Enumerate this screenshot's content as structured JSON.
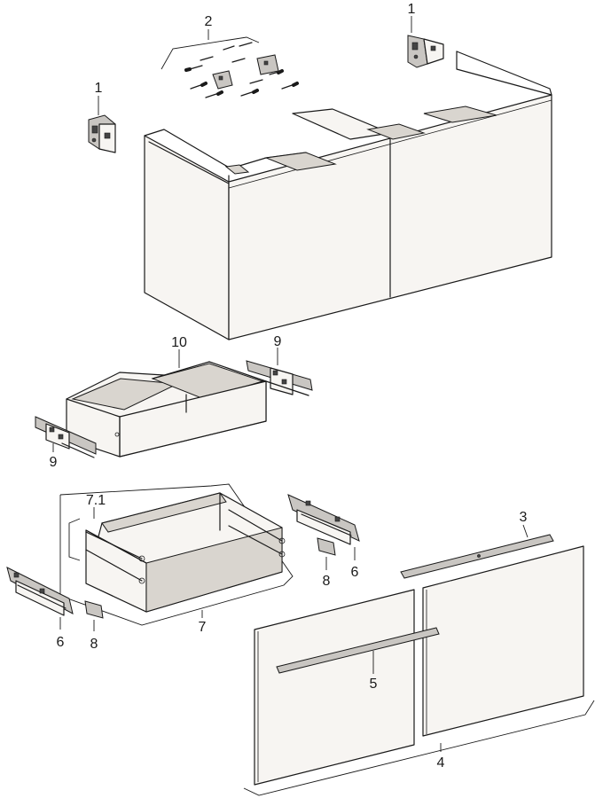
{
  "labels": {
    "bracket_right": "1",
    "bracket_left": "1",
    "fixing_set": "2",
    "rail": "3",
    "fronts": "4",
    "handle": "5",
    "runner_right": "6",
    "runner_left": "6",
    "drawer": "7",
    "drawer_rails": "7.1",
    "cover_right": "8",
    "cover_left": "8",
    "inner_runner_right": "9",
    "inner_runner_left": "9",
    "inner_drawer": "10"
  }
}
